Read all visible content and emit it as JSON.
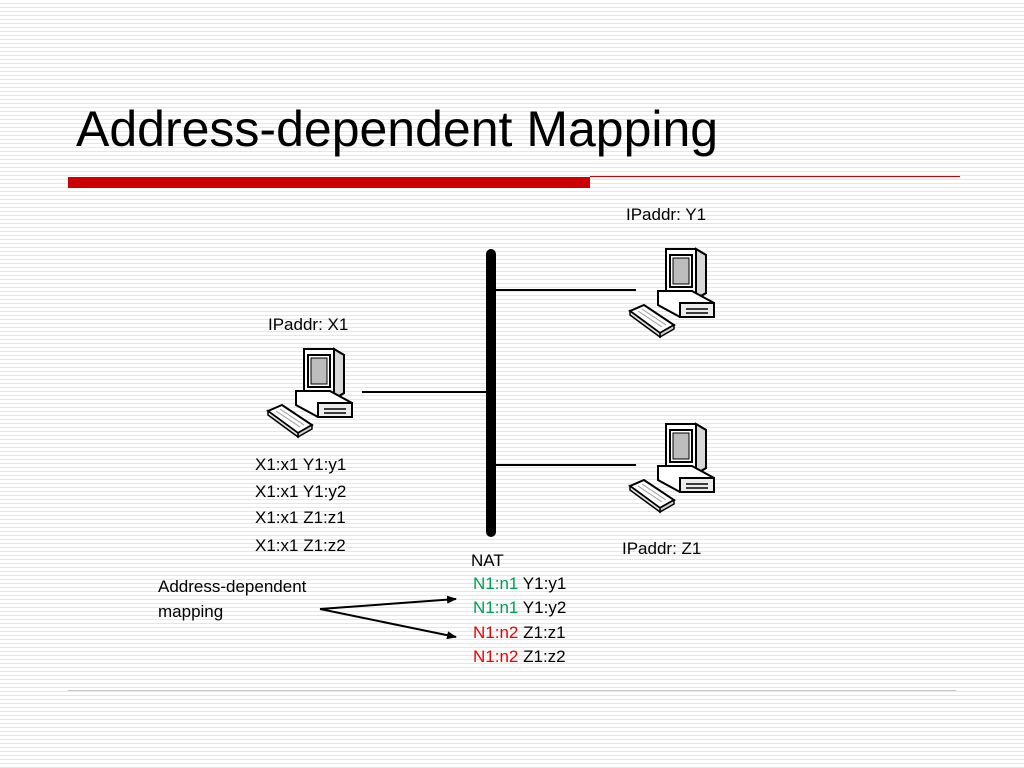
{
  "title": "Address-dependent Mapping",
  "hosts": {
    "x": {
      "label": "IPaddr: X1"
    },
    "y": {
      "label": "IPaddr: Y1"
    },
    "z": {
      "label": "IPaddr: Z1"
    }
  },
  "host_sessions": [
    "X1:x1 Y1:y1",
    "X1:x1 Y1:y2",
    "X1:x1 Z1:z1",
    "X1:x1 Z1:z2"
  ],
  "nat": {
    "label": "NAT",
    "mappings": [
      {
        "internal": "N1:n1",
        "external": "Y1:y1"
      },
      {
        "internal": "N1:n1",
        "external": "Y1:y2"
      },
      {
        "internal": "N1:n2",
        "external": "Z1:z1"
      },
      {
        "internal": "N1:n2",
        "external": "Z1:z2"
      }
    ]
  },
  "callout": {
    "line1": "Address-dependent",
    "line2": "mapping"
  },
  "colors": {
    "title_rule": "#cc0000",
    "mapping_n1": "#00a050",
    "mapping_n2": "#ee0000"
  }
}
